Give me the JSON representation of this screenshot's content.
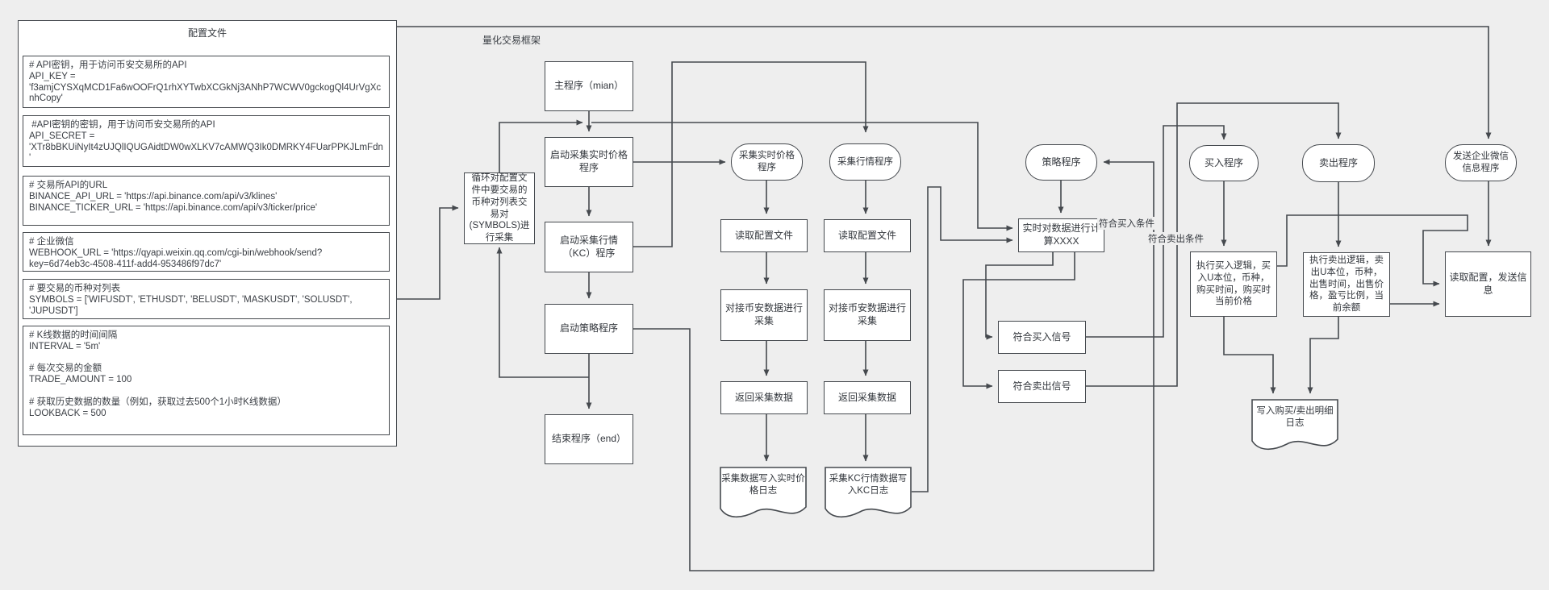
{
  "colors": {
    "background": "#eeeeee",
    "node_fill": "#ffffff",
    "node_border": "#45494e",
    "text": "#33373d"
  },
  "config_panel": {
    "title": "配置文件",
    "boxes": [
      "# API密钥，用于访问币安交易所的API\nAPI_KEY =\n'f3amjCYSXqMCD1Fa6wOOFrQ1rhXYTwbXCGkNj3ANhP7WCWV0gckogQl4UrVgXcnhCopy'",
      " #API密钥的密钥，用于访问币安交易所的API\nAPI_SECRET =\n'XTr8bBKUiNyIt4zUJQlIQUGAidtDW0wXLKV7cAMWQ3Ik0DMRKY4FUarPPKJLmFdn'",
      "# 交易所API的URL\nBINANCE_API_URL = 'https://api.binance.com/api/v3/klines'\nBINANCE_TICKER_URL = 'https://api.binance.com/api/v3/ticker/price'",
      "# 企业微信\nWEBHOOK_URL = 'https://qyapi.weixin.qq.com/cgi-bin/webhook/send?key=6d74eb3c-4508-411f-add4-953486f97dc7'",
      "# 要交易的币种对列表\nSYMBOLS = ['WIFUSDT', 'ETHUSDT', 'BELUSDT', 'MASKUSDT', 'SOLUSDT', 'JUPUSDT']",
      "# K线数据的时间间隔\nINTERVAL = '5m'\n\n# 每次交易的金额\nTRADE_AMOUNT = 100\n\n# 获取历史数据的数量（例如，获取过去500个1小时K线数据）\nLOOKBACK = 500"
    ]
  },
  "frame": {
    "title": "量化交易框架"
  },
  "nodes": {
    "main": "主程序（mian）",
    "start_price": "启动采集实时价格程序",
    "start_kline": "启动采集行情（KC）程序",
    "start_strategy": "启动策略程序",
    "end": "结束程序（end）",
    "loop": "循环对配置文件中要交易的币种对列表交易对(SYMBOLS)进行采集",
    "price_collector": "采集实时价格程序",
    "kline_collector": "采集行情程序",
    "read_config_price": "读取配置文件",
    "read_config_kline": "读取配置文件",
    "collect_price": "对接币安数据进行采集",
    "collect_kline": "对接币安数据进行采集",
    "return_price": "返回采集数据",
    "return_kline": "返回采集数据",
    "log_price": "采集数据写入实时价格日志",
    "log_kline": "采集KC行情数据写入KC日志",
    "strategy": "策略程序",
    "calc": "实时对数据进行计算XXXX",
    "buy_signal": "符合买入信号",
    "sell_signal": "符合卖出信号",
    "buy_program": "买入程序",
    "sell_program": "卖出程序",
    "wechat_program": "发送企业微信信息程序",
    "buy_exec": "执行买入逻辑，买入U本位，币种，购买时间，购买时当前价格",
    "sell_exec": "执行卖出逻辑，卖出U本位，币种，出售时间，出售价格，盈亏比例，当前余额",
    "send_message": "读取配置，发送信息",
    "trade_log": "写入购买/卖出明细日志"
  },
  "edge_labels": {
    "buy_condition": "符合买入条件",
    "sell_condition": "符合卖出条件"
  }
}
